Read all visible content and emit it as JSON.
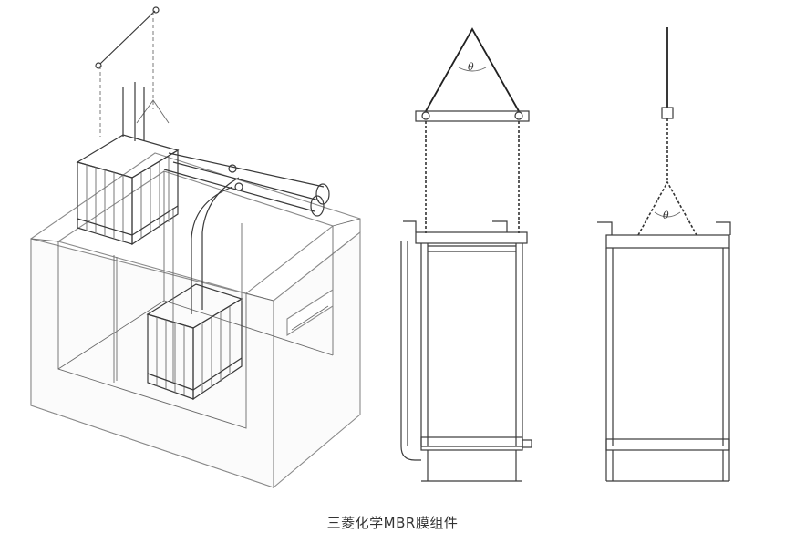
{
  "caption": "三菱化学MBR膜组件",
  "angle_label": "θ",
  "panels": [
    {
      "name": "isometric-tank-view"
    },
    {
      "name": "side-lifting-view"
    },
    {
      "name": "front-lifting-view"
    }
  ]
}
